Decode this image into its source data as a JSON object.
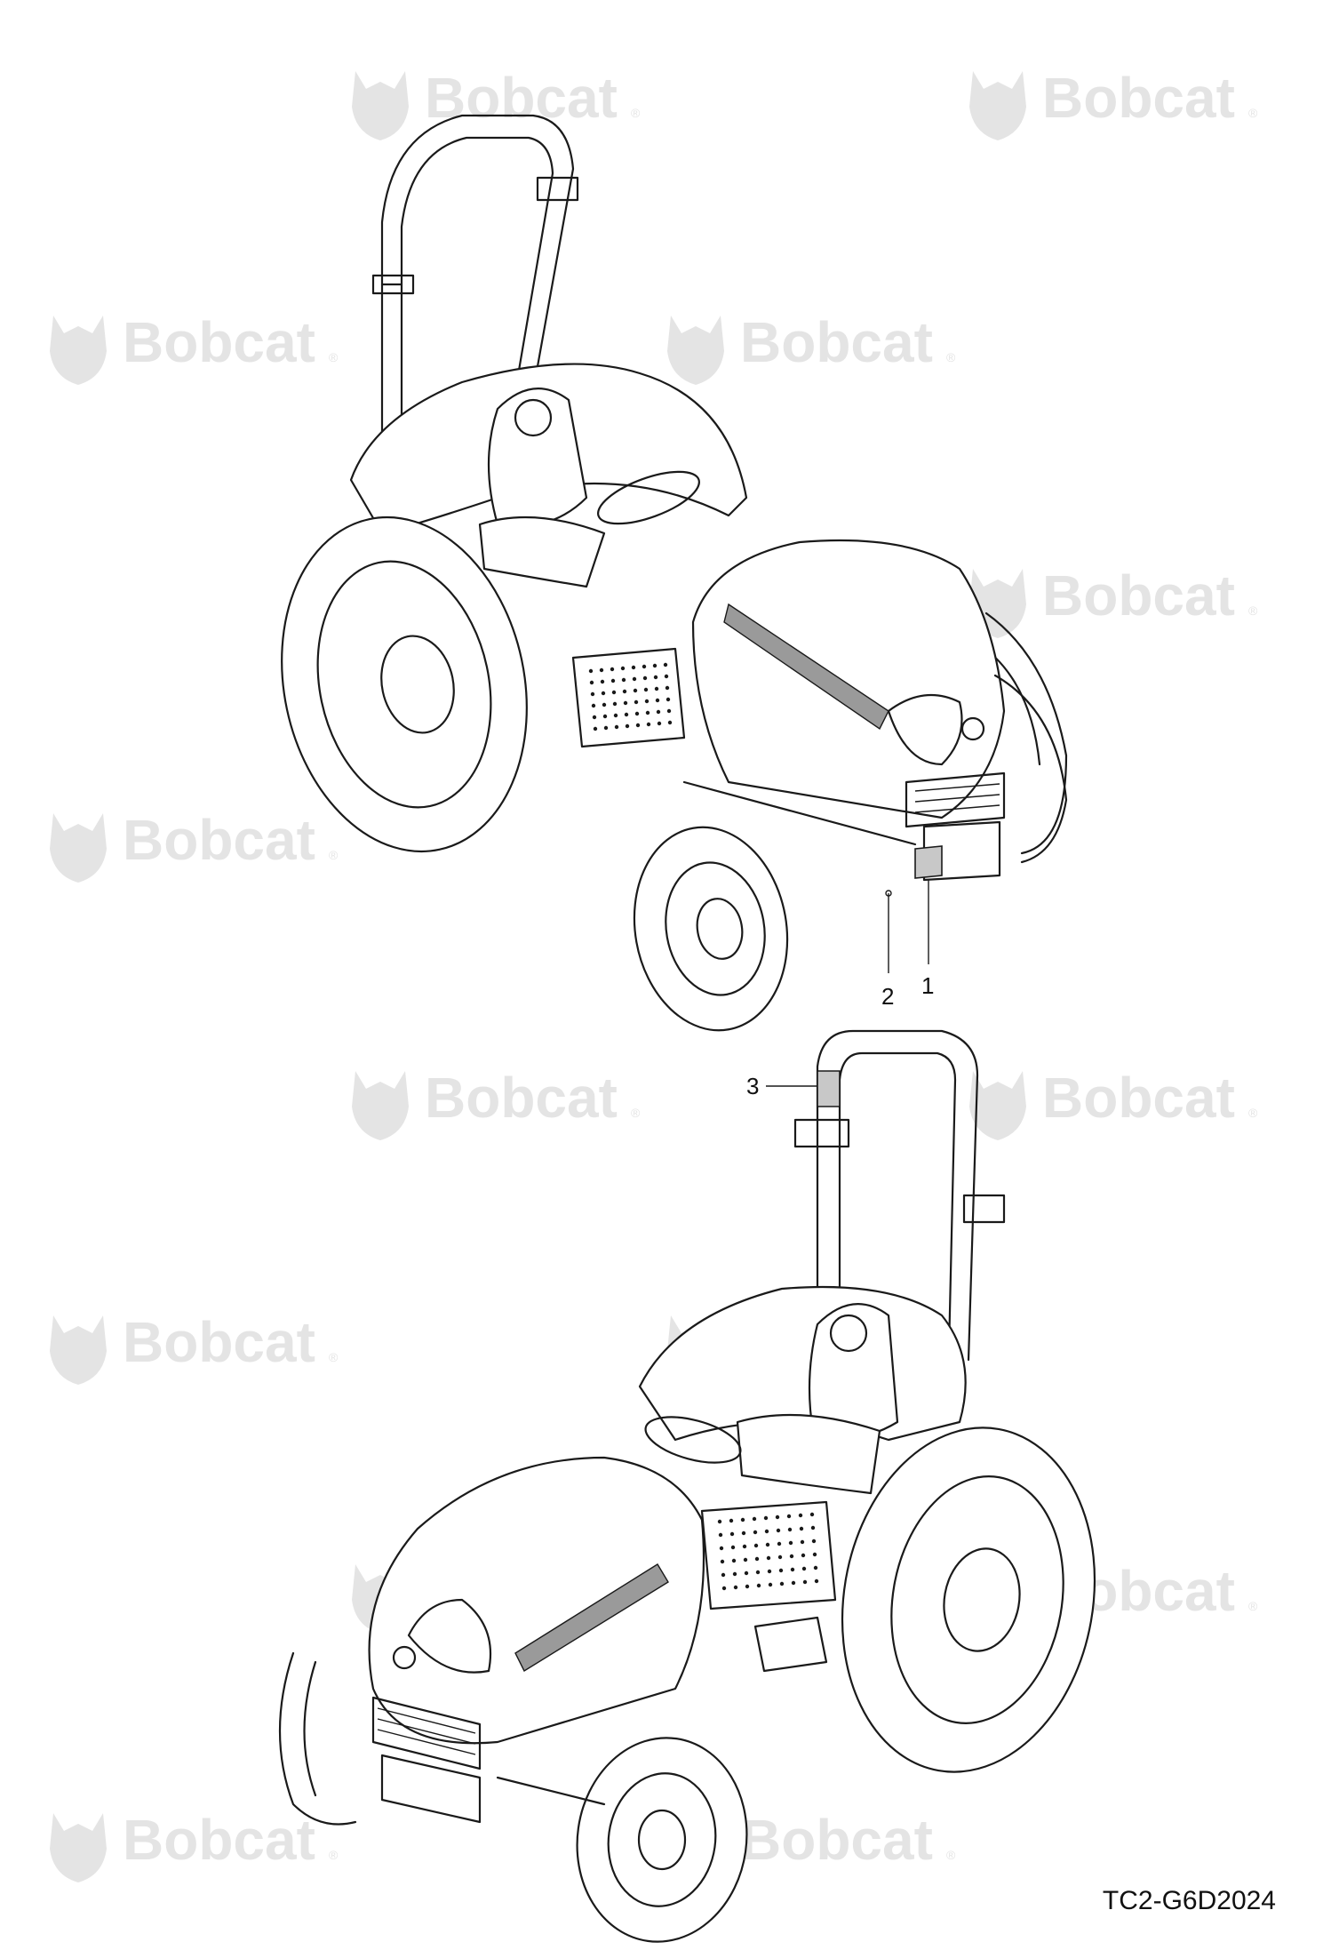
{
  "watermark": {
    "brand": "Bobcat",
    "reg_mark": "®"
  },
  "figure_top": {
    "callouts": [
      "1",
      "2"
    ]
  },
  "figure_bottom": {
    "callouts": [
      "3"
    ]
  },
  "drawing_code": "TC2-G6D2024",
  "colors": {
    "line": "#1a1a1a",
    "watermark": "#e4e4e4",
    "decal_stripe": "#9a9a9a",
    "label_patch": "#c8c8c8"
  }
}
